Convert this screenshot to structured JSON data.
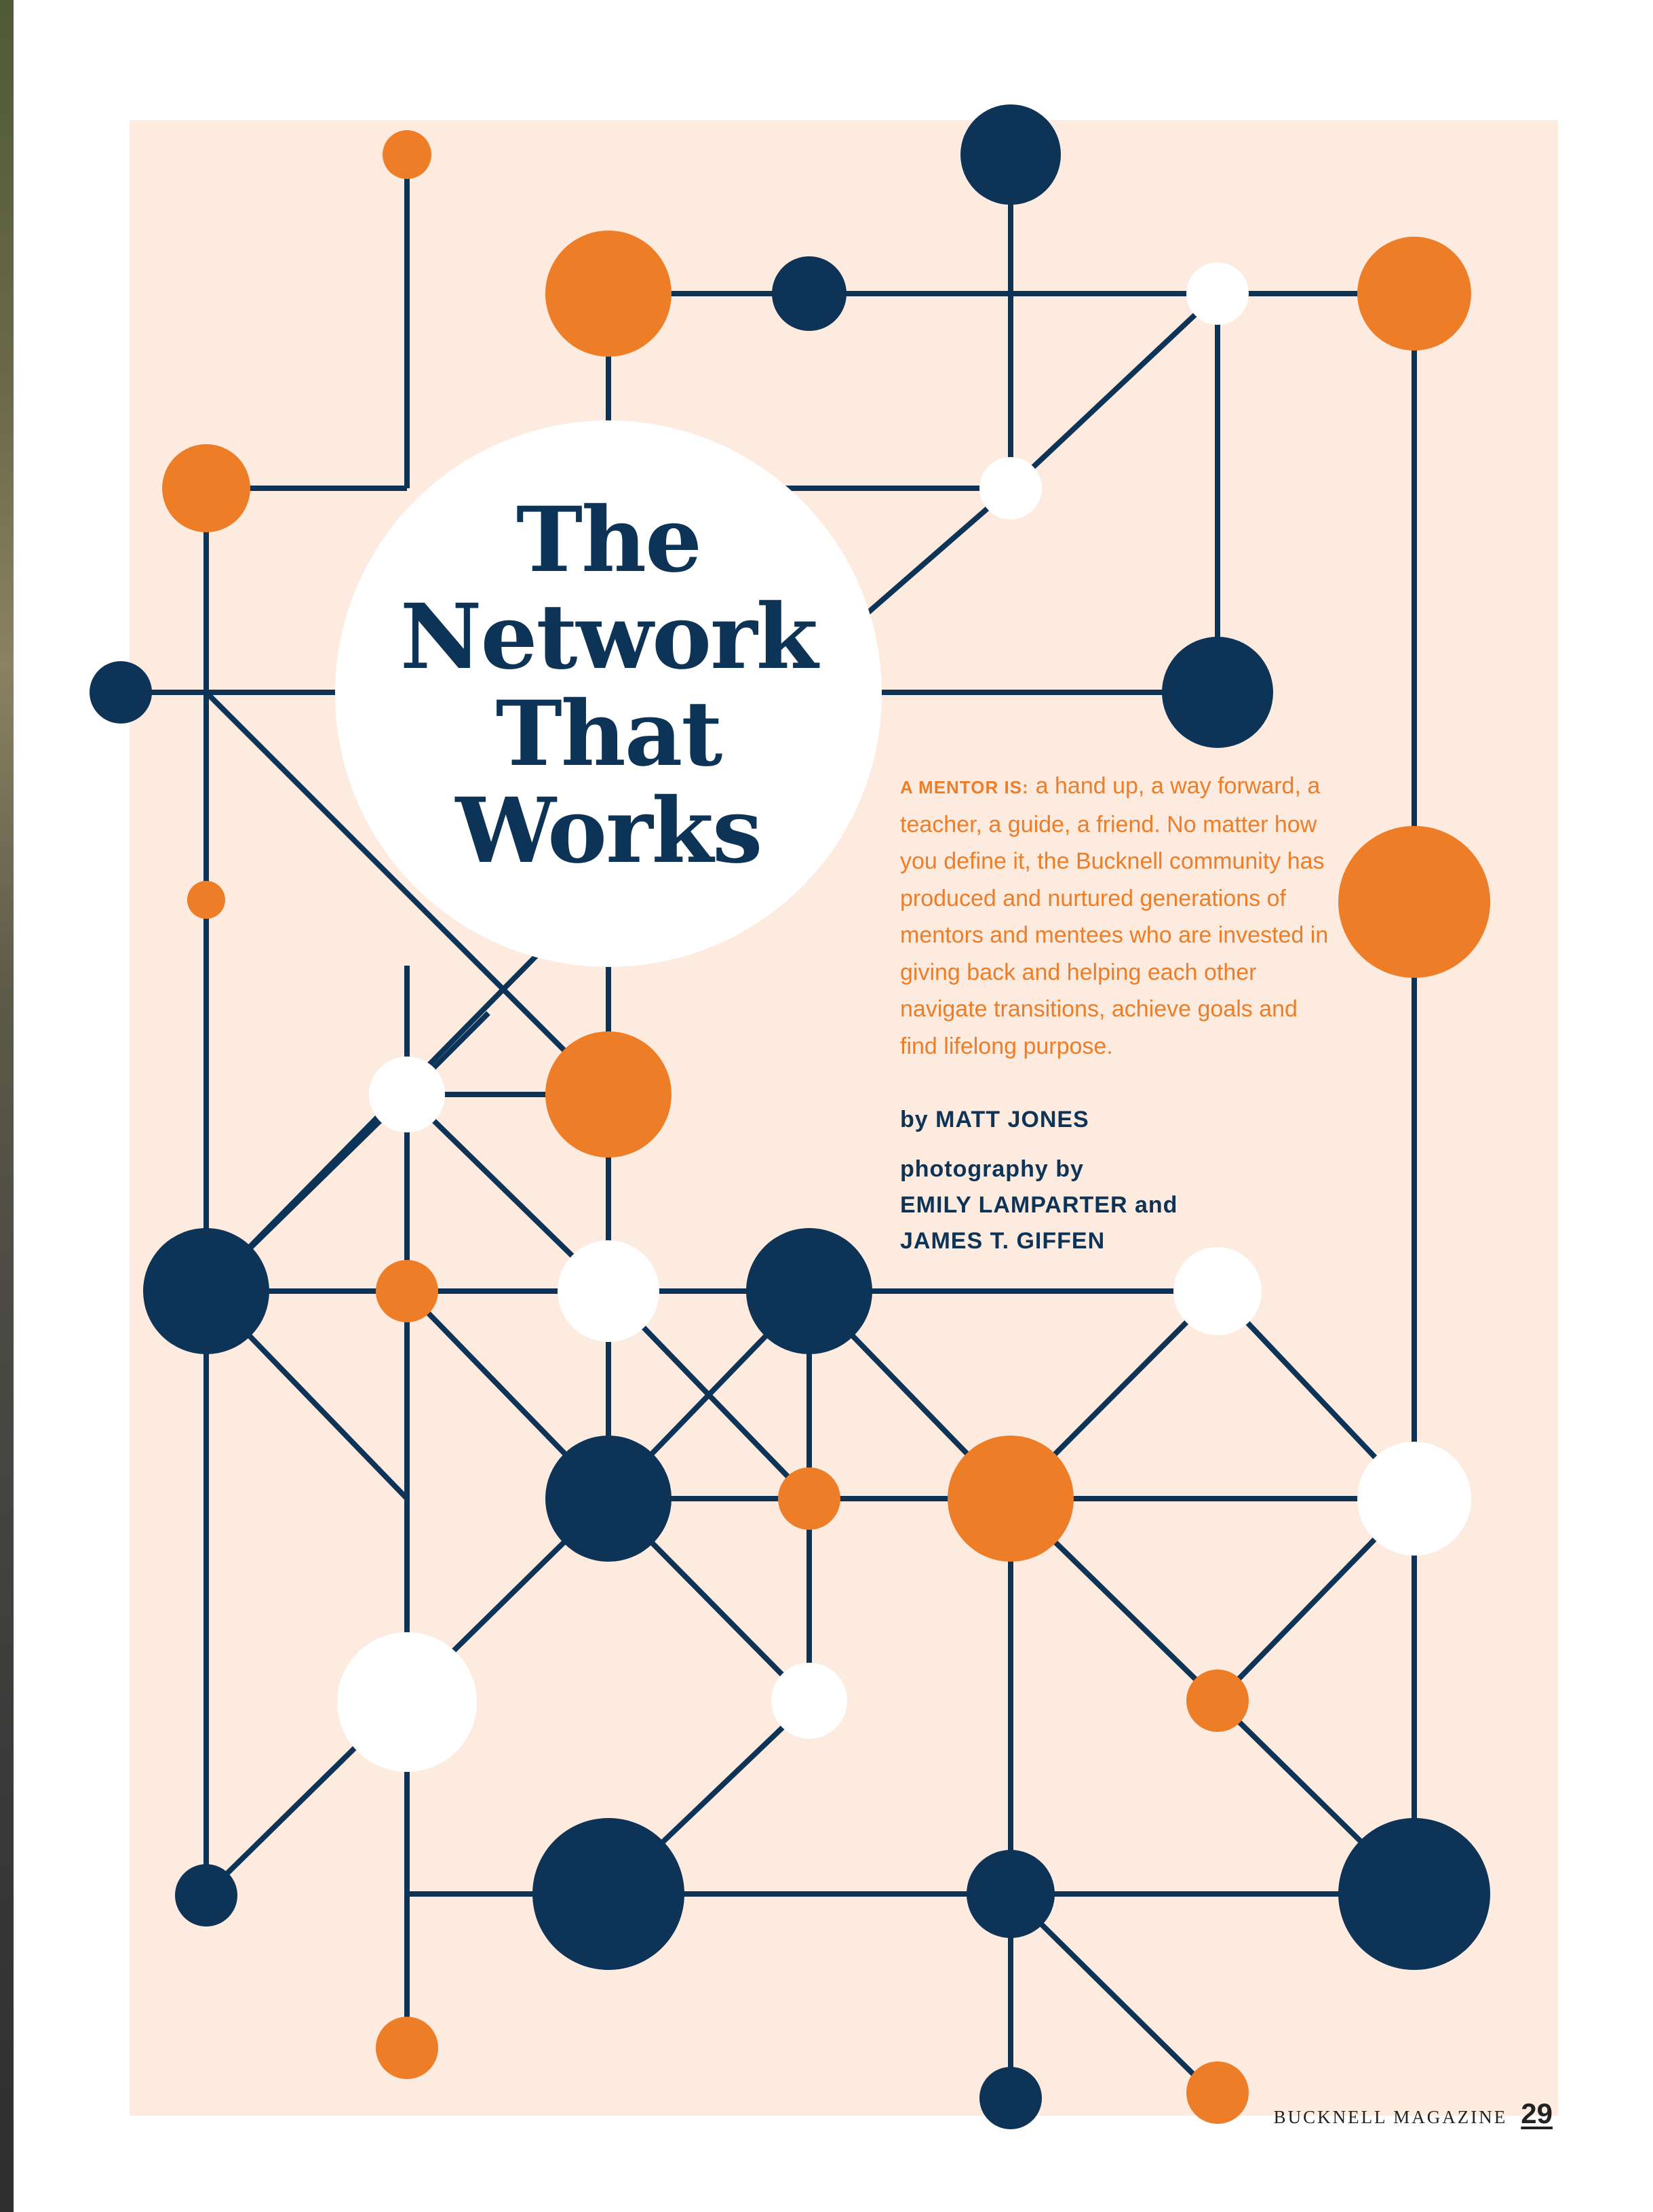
{
  "colors": {
    "navy": "#0d3356",
    "orange": "#ee7d27",
    "background": "#fdebe0",
    "white": "#ffffff"
  },
  "article": {
    "title_lines": [
      "The",
      "Network",
      "That",
      "Works"
    ],
    "intro_lead": "A MENTOR IS:",
    "intro_body": "a hand up, a way forward, a teacher, a guide, a friend. No matter how you define it, the Bucknell community has produced and nurtured generations of mentors and mentees who are invested in giving back and helping each other navigate transitions, achieve goals and find lifelong purpose.",
    "byline": "by MATT JONES",
    "photo_credit_1": "photography by",
    "photo_credit_2": "EMILY LAMPARTER and",
    "photo_credit_3": "JAMES T. GIFFEN"
  },
  "footer": {
    "magazine": "BUCKNELL MAGAZINE",
    "page_number": "29"
  }
}
